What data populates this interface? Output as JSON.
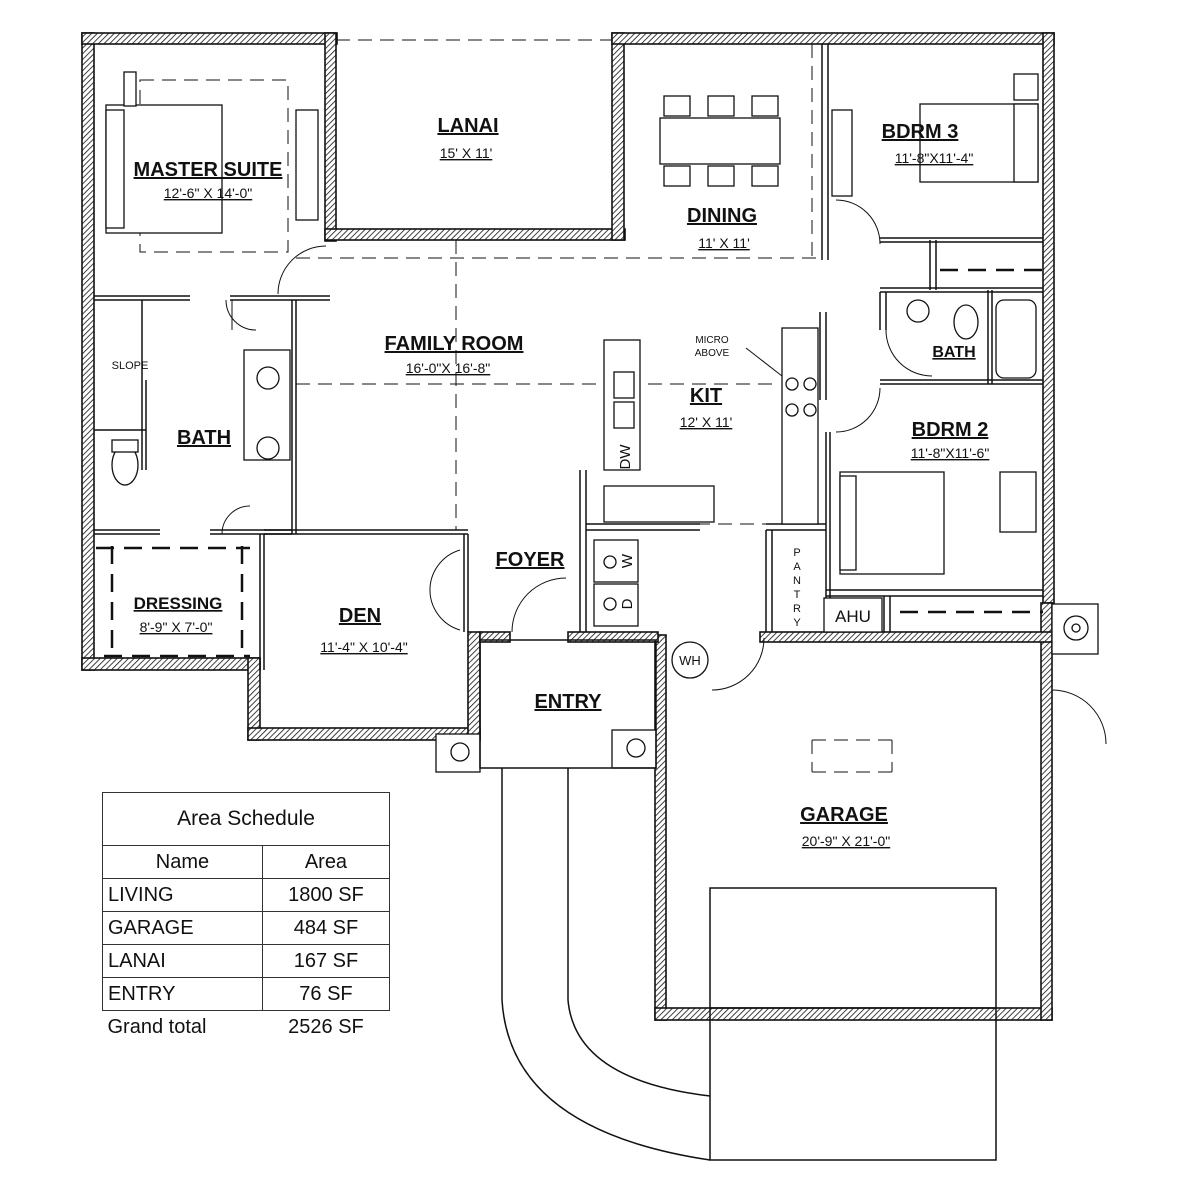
{
  "rooms": {
    "master_suite": {
      "name": "MASTER SUITE",
      "dims": "12'-6\" X 14'-0\""
    },
    "lanai": {
      "name": "LANAI",
      "dims": "15' X 11'"
    },
    "dining": {
      "name": "DINING",
      "dims": "11' X 11'"
    },
    "bdrm3": {
      "name": "BDRM 3",
      "dims": "11'-8\"X11'-4\""
    },
    "family_room": {
      "name": "FAMILY ROOM",
      "dims": "16'-0\"X 16'-8\""
    },
    "kit": {
      "name": "KIT",
      "dims": "12' X 11'"
    },
    "bath_master": {
      "name": "BATH"
    },
    "bath_2": {
      "name": "BATH"
    },
    "bdrm2": {
      "name": "BDRM 2",
      "dims": "11'-8\"X11'-6\""
    },
    "foyer": {
      "name": "FOYER"
    },
    "den": {
      "name": "DEN",
      "dims": "11'-4\" X 10'-4\""
    },
    "dressing": {
      "name": "DRESSING",
      "dims": "8'-9\" X 7'-0\""
    },
    "entry": {
      "name": "ENTRY"
    },
    "garage": {
      "name": "GARAGE",
      "dims": "20'-9\" X 21'-0\""
    }
  },
  "labels": {
    "slope": "SLOPE",
    "micro_line1": "MICRO",
    "micro_line2": "ABOVE",
    "dw": "DW",
    "ahu": "AHU",
    "wh": "WH",
    "washer": "W",
    "dryer": "D",
    "pantry": [
      "P",
      "A",
      "N",
      "T",
      "R",
      "Y"
    ]
  },
  "area_schedule": {
    "title": "Area Schedule",
    "columns": [
      "Name",
      "Area"
    ],
    "rows": [
      {
        "name": "LIVING",
        "area": "1800 SF"
      },
      {
        "name": "GARAGE",
        "area": "484 SF"
      },
      {
        "name": "LANAI",
        "area": "167 SF"
      },
      {
        "name": "ENTRY",
        "area": "76 SF"
      }
    ],
    "total_label": "Grand total",
    "total_area": "2526 SF"
  }
}
